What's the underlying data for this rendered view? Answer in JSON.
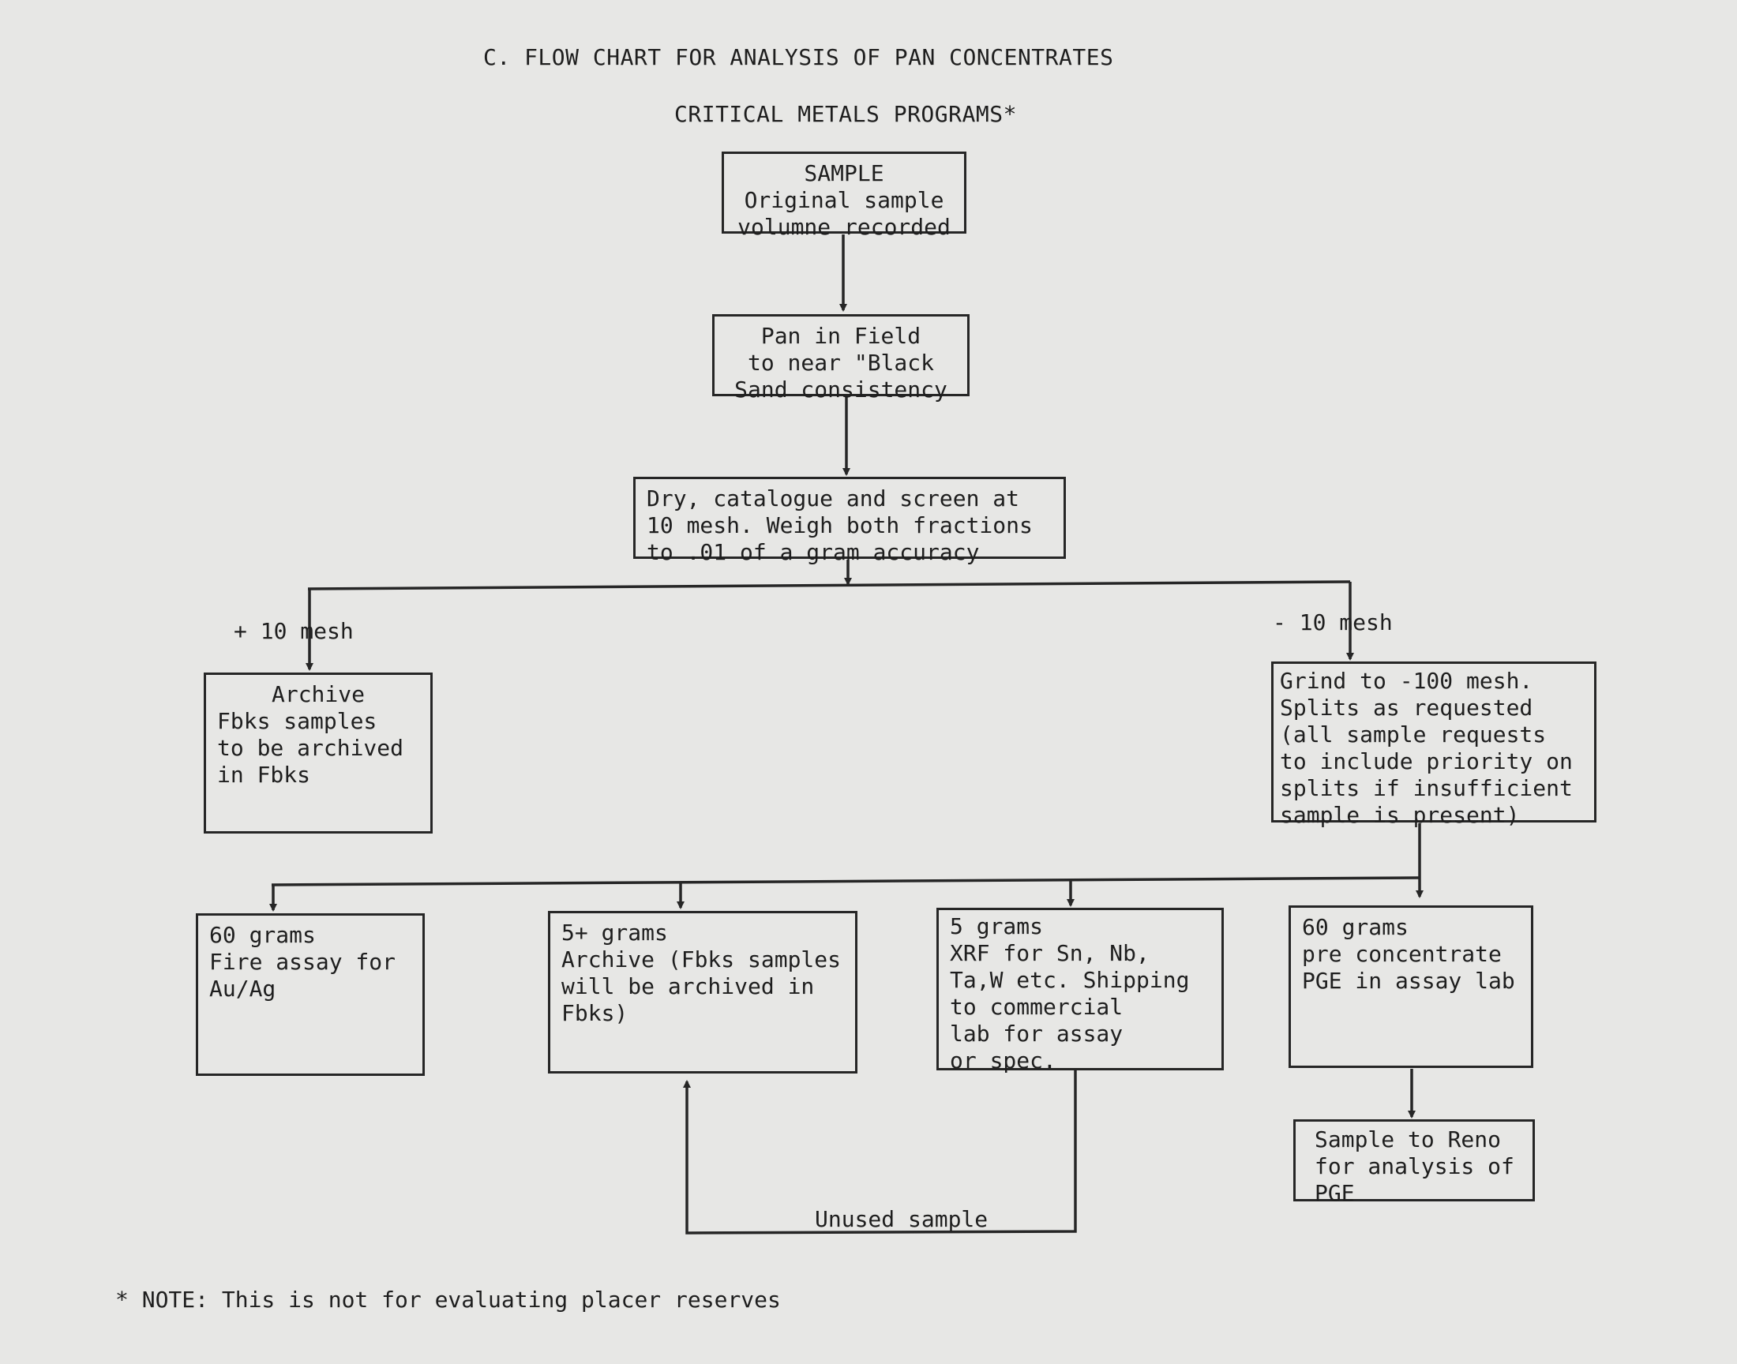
{
  "header": {
    "title": "C.  FLOW CHART FOR ANALYSIS OF PAN CONCENTRATES",
    "subtitle": "CRITICAL METALS PROGRAMS*"
  },
  "boxes": {
    "sample": [
      "SAMPLE",
      "Original sample",
      "volumne recorded"
    ],
    "pan": [
      "Pan in Field",
      "to near \"Black",
      "Sand consistency"
    ],
    "dry": [
      "Dry, catalogue and screen at",
      "10 mesh. Weigh both fractions",
      "to .01 of a gram accuracy"
    ],
    "archive_plus": [
      "Archive",
      "Fbks samples",
      "to be archived",
      "in Fbks"
    ],
    "grind": [
      "Grind to -100 mesh.",
      "Splits as requested",
      "(all sample requests",
      "to include priority on",
      "splits if insufficient",
      "sample is present)"
    ],
    "fire_assay": [
      "60 grams",
      "Fire assay for",
      "Au/Ag"
    ],
    "archive_minus": [
      "5+ grams",
      "Archive (Fbks samples",
      "will be archived in",
      "Fbks)"
    ],
    "xrf": [
      "5 grams",
      "XRF for Sn, Nb,",
      "Ta,W etc. Shipping",
      "to commercial",
      "lab for assay",
      "or spec."
    ],
    "pge": [
      "60 grams",
      "pre concentrate",
      "PGE in assay lab"
    ],
    "reno": [
      "Sample to Reno",
      "for analysis of",
      "PGE"
    ]
  },
  "labels": {
    "plus_mesh": "+ 10 mesh",
    "minus_mesh": "- 10 mesh",
    "unused": "Unused sample"
  },
  "footer": {
    "note": "* NOTE:  This is not for evaluating placer reserves"
  }
}
